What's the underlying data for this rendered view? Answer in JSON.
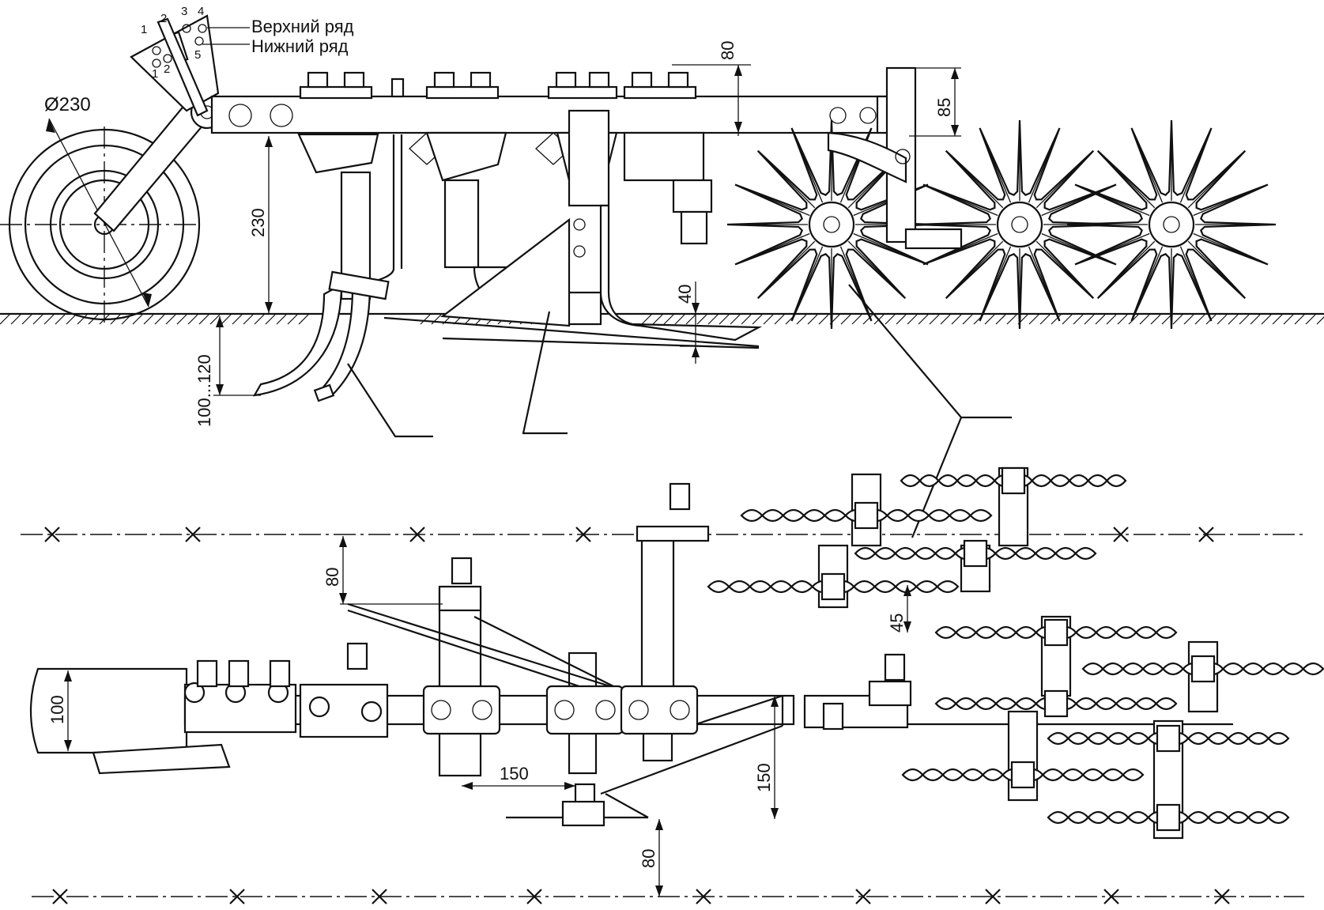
{
  "labels": {
    "upper_row": "Верхний ряд",
    "lower_row": "Нижний ряд",
    "diameter": "Ø230"
  },
  "hole_numbers": {
    "upper": [
      "1",
      "2",
      "3",
      "4"
    ],
    "lower": [
      "1",
      "2",
      "5"
    ]
  },
  "dimensions": {
    "height_frame": "230",
    "depth_tine": "100...120",
    "clearance_top": "80",
    "clearance_right": "85",
    "depth_blade": "40",
    "plan_offset_1": "80",
    "plan_offset_2": "45",
    "plan_width": "100",
    "plan_spacing": "150",
    "plan_depth": "150",
    "plan_offset_3": "80"
  }
}
